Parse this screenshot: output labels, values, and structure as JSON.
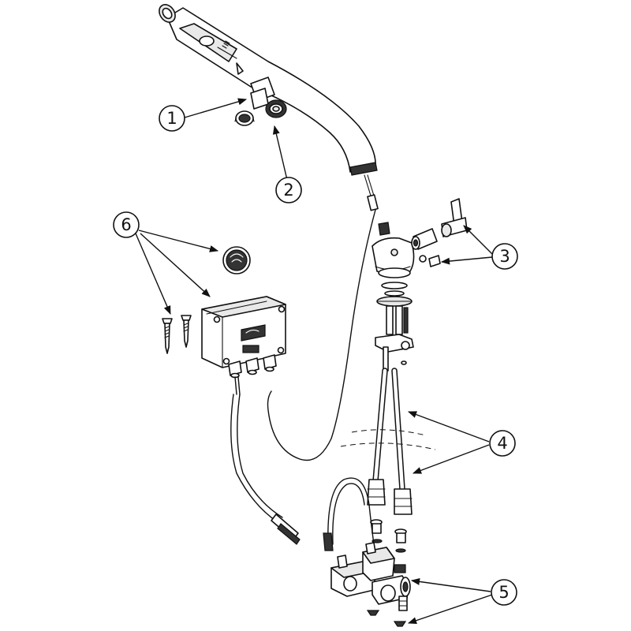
{
  "diagram": {
    "callouts": [
      {
        "id": "1",
        "label": "1"
      },
      {
        "id": "2",
        "label": "2"
      },
      {
        "id": "3",
        "label": "3"
      },
      {
        "id": "4",
        "label": "4"
      },
      {
        "id": "5",
        "label": "5"
      },
      {
        "id": "6",
        "label": "6"
      }
    ],
    "colors": {
      "line": "#111111",
      "fill": "#ffffff",
      "shade": "#e9e9e9"
    }
  }
}
